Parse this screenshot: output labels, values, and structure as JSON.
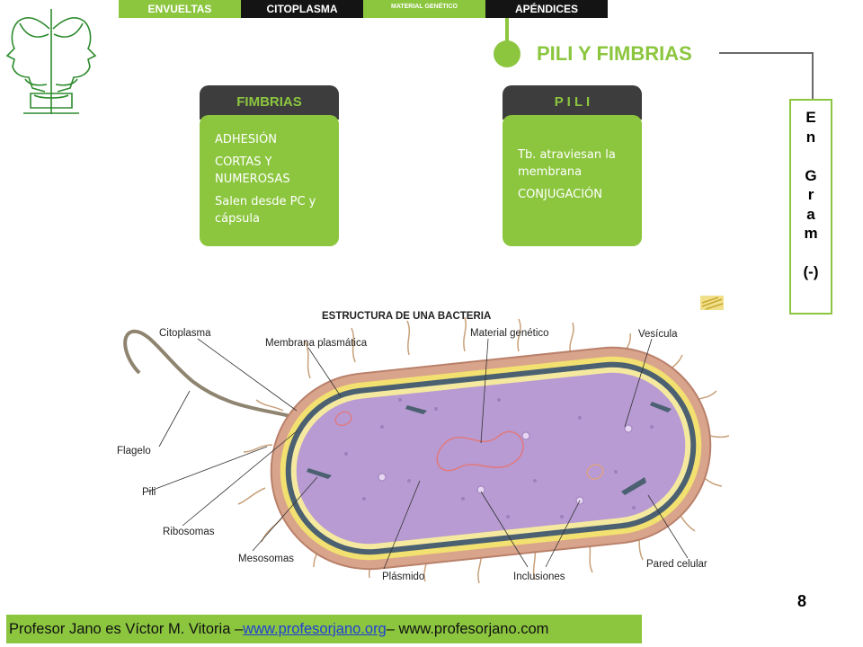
{
  "tabs": [
    {
      "label": "ENVUELTAS",
      "style": "green"
    },
    {
      "label": "CITOPLASMA",
      "style": "dark"
    },
    {
      "label": "MATERIAL GENÉTICO",
      "style": "green"
    },
    {
      "label": "APÉNDICES",
      "style": "dark"
    }
  ],
  "title": "PILI Y FIMBRIAS",
  "side_box": {
    "lines": [
      "E",
      "n",
      "",
      "G",
      "r",
      "a",
      "m",
      "",
      "(-)"
    ]
  },
  "cards": {
    "fimbrias": {
      "heading": "FIMBRIAS",
      "items": [
        "ADHESIÓN",
        "CORTAS Y NUMEROSAS",
        "Salen desde PC y cápsula"
      ]
    },
    "pili": {
      "heading": "P I L I",
      "items": [
        "Tb. atraviesan la membrana",
        "CONJUGACIÓN"
      ]
    }
  },
  "diagram": {
    "title": "ESTRUCTURA DE UNA BACTERIA",
    "labels": {
      "citoplasma": "Citoplasma",
      "membrana": "Membrana plasmática",
      "material": "Material genético",
      "vesicula": "Vesícula",
      "flagelo": "Flagelo",
      "pili": "Pili",
      "ribosomas": "Ribosomas",
      "mesosomas": "Mesosomas",
      "plasmido": "Plásmido",
      "inclusiones": "Inclusiones",
      "pared": "Pared celular"
    }
  },
  "page_number": "8",
  "footer": {
    "prefix": "Profesor Jano es Víctor M. Vitoria – ",
    "link": "www.profesorjano.org",
    "suffix": " – www.profesorjano.com"
  },
  "colors": {
    "accent": "#8cc63f",
    "dark": "#3d3d3d",
    "link": "#1f3fd6"
  }
}
